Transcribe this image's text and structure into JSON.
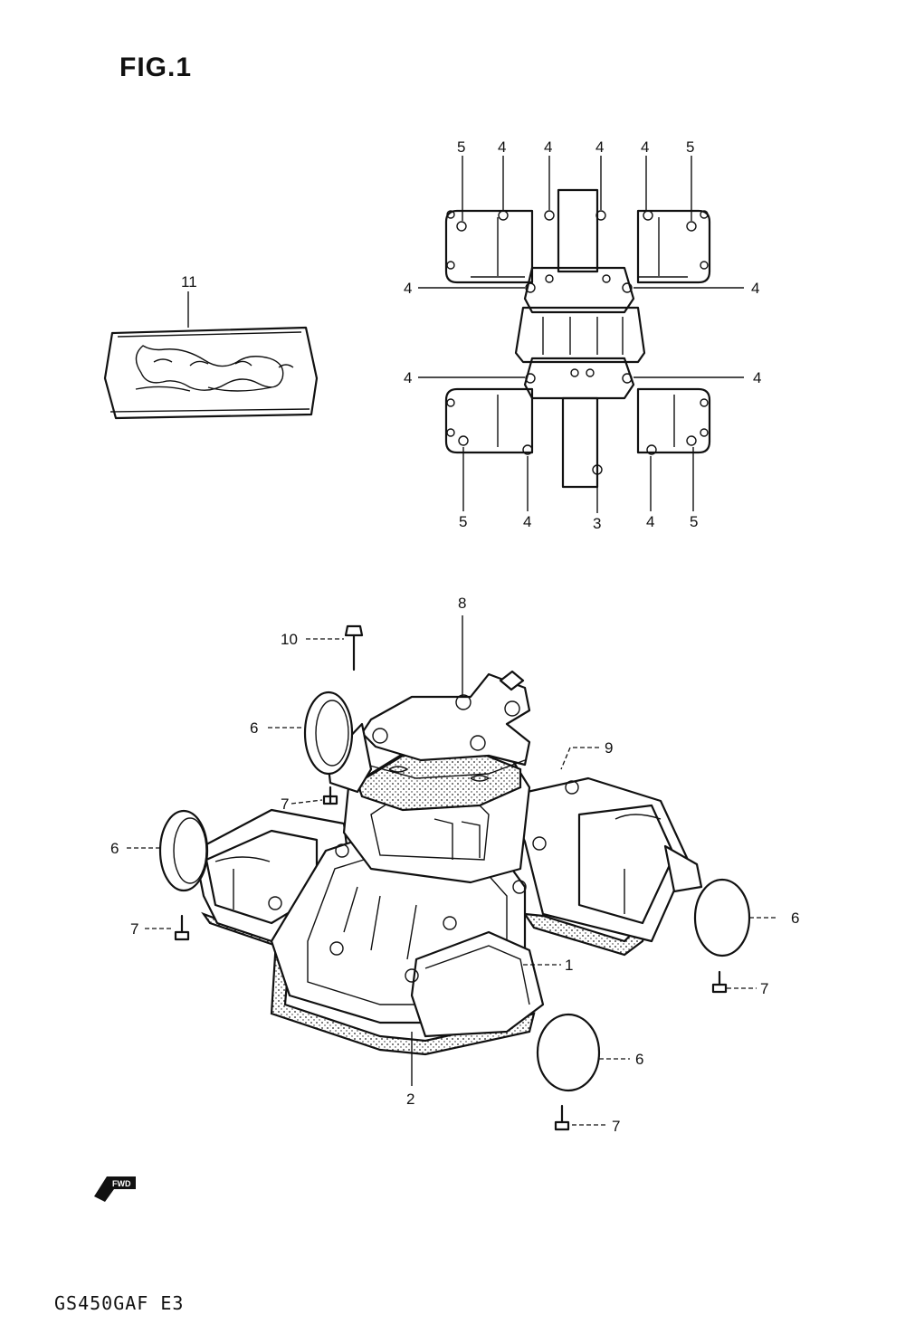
{
  "figure": {
    "title": "FIG.1",
    "model_code": "GS450GAF E3",
    "fwd_label": "FWD"
  },
  "callouts": {
    "gasket_top": [
      "5",
      "4",
      "4",
      "4",
      "4",
      "5"
    ],
    "gasket_left_upper": "4",
    "gasket_right_upper": "4",
    "gasket_left_lower": "4",
    "gasket_right_lower": "4",
    "gasket_bottom": [
      "5",
      "4",
      "3",
      "4",
      "5"
    ],
    "set": "11",
    "cover_parts": {
      "p1": "1",
      "p2": "2",
      "p6a": "6",
      "p6b": "6",
      "p6c": "6",
      "p6d": "6",
      "p7a": "7",
      "p7b": "7",
      "p7c": "7",
      "p7d": "7",
      "p8": "8",
      "p9": "9",
      "p10": "10"
    }
  }
}
